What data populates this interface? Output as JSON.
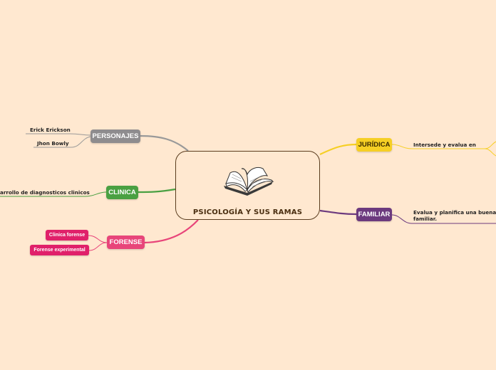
{
  "central": {
    "title": "PSICOLOGÍA Y SUS RAMAS",
    "icon": "open-book-icon"
  },
  "branches": {
    "personajes": {
      "label": "PERSONAJES",
      "color": "#8e8c8e",
      "leaves": [
        "Erick Erickson",
        "Jhon Bowly"
      ]
    },
    "clinica": {
      "label": "CLINICA",
      "color": "#4aa042",
      "leaves": [
        "arrollo de diagnosticos clinicos"
      ]
    },
    "forense": {
      "label": "FORENSE",
      "color": "#e8457a",
      "leaves": [
        "Clinica forense",
        "Forense experimental"
      ]
    },
    "juridica": {
      "label": "JURÍDICA",
      "color": "#f6cf24",
      "leaves": [
        "Intersede y evalua en"
      ]
    },
    "familiar": {
      "label": "FAMILIAR",
      "color": "#6c3a7e",
      "leaves": [
        "Evalua y planifica una buena c",
        "familiar."
      ]
    }
  }
}
